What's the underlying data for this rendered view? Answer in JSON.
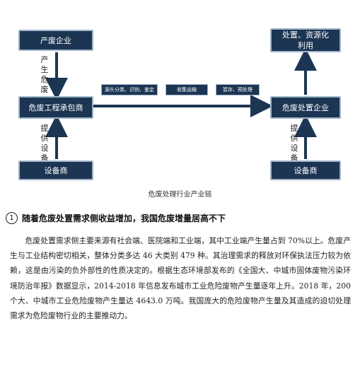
{
  "diagram": {
    "boxes": {
      "hazard_enterprise": "产废企业",
      "contractor": "危废工程承包商",
      "equipment_left": "设备商",
      "disposal_utilization": "处置、资源化利用",
      "disposal_enterprise": "危废处置企业",
      "equipment_right": "设备商"
    },
    "edge_labels": {
      "generate": "产生危废",
      "provide_left": "提供设备",
      "provide_right": "提供设备"
    },
    "stages": [
      "源头分类、识别、鉴定",
      "收集运输",
      "暂存、预处理"
    ],
    "caption": "危废处理行业产业链"
  },
  "section": {
    "number": "1",
    "title": "随着危废处置需求侧收益增加，我国危废增量居高不下",
    "paragraph": "危废处置需求侧主要来源有社会端、医院端和工业端，其中工业端产生量占到 70%以上。危废产生与工业结构密切相关，整体分类多达 46 大类别 479 种。其治理需求的释放对环保执法压力较为依赖，这是由污染的负外部性的性质决定的。根据生态环境部发布的《全国大、中城市固体废物污染环境防治年报》数据显示，2014-2018 年信息发布城市工业危险废物产生量逐年上升。2018 年，200 个大、中城市工业危险废物产生量达 4643.0 万吨。我国庞大的危险废物产生量及其造成的迫切处理需求为危险废物行业的主要推动力。"
  }
}
